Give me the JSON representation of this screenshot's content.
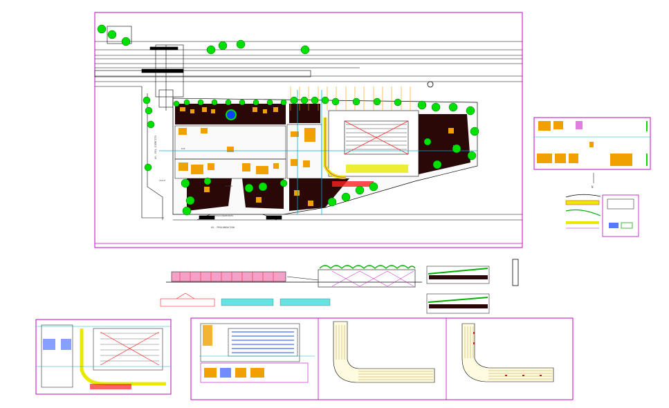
{
  "drawing": {
    "labels": {
      "left_road": "AV. DEL EJERCITO",
      "bottom_road": "AV. PROLONGACION",
      "bottom_road_2": "ESTACIONAMIENTO",
      "side_street": "CALLE",
      "main_axis": "EJE",
      "entrance": "ACCESO",
      "north": "N"
    },
    "colors": {
      "frame": "#c000c0",
      "garden": "#2a0808",
      "tree": "#00e000",
      "furniture": "#f0a000",
      "water": "#1040ff",
      "section_fill": "#f4a0c8",
      "grid": "#00b0d0",
      "detail_red": "#ff2020",
      "detail_yellow": "#e8e800",
      "line": "#000000"
    },
    "icons": [
      "tree-icon",
      "north-arrow-icon",
      "fountain-icon"
    ]
  }
}
